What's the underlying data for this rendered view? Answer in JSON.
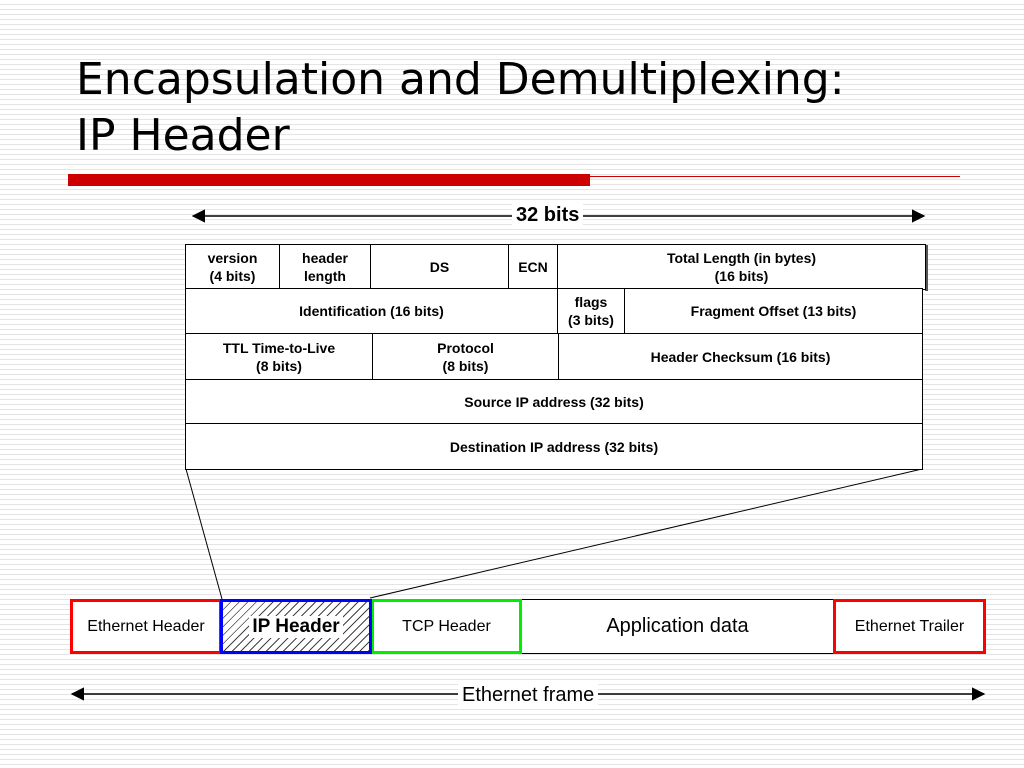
{
  "slide": {
    "title_line1": "Encapsulation and Demultiplexing:",
    "title_line2": "IP Header",
    "accent_color": "#cc0000"
  },
  "ip_header": {
    "width_label": "32 bits",
    "row1": {
      "version": [
        "version",
        "(4 bits)"
      ],
      "header_length": [
        "header",
        "length"
      ],
      "ds": "DS",
      "ecn": "ECN",
      "total_length": [
        "Total Length (in bytes)",
        "(16 bits)"
      ]
    },
    "row2": {
      "identification": "Identification (16 bits)",
      "flags": [
        "flags",
        "(3 bits)"
      ],
      "fragment_offset": "Fragment Offset (13 bits)"
    },
    "row3": {
      "ttl": [
        "TTL Time-to-Live",
        "(8 bits)"
      ],
      "protocol": [
        "Protocol",
        "(8 bits)"
      ],
      "checksum": "Header Checksum (16 bits)"
    },
    "row4": {
      "source": "Source IP address (32 bits)"
    },
    "row5": {
      "destination": "Destination IP address (32 bits)"
    }
  },
  "ethernet_frame": {
    "label": "Ethernet frame",
    "segments": {
      "ethernet_header": "Ethernet Header",
      "ip_header": "IP Header",
      "tcp_header": "TCP Header",
      "application_data": "Application data",
      "ethernet_trailer": "Ethernet Trailer"
    },
    "colors": {
      "ethernet": "#ff0000",
      "ip": "#0000ff",
      "tcp": "#00ee00"
    }
  }
}
